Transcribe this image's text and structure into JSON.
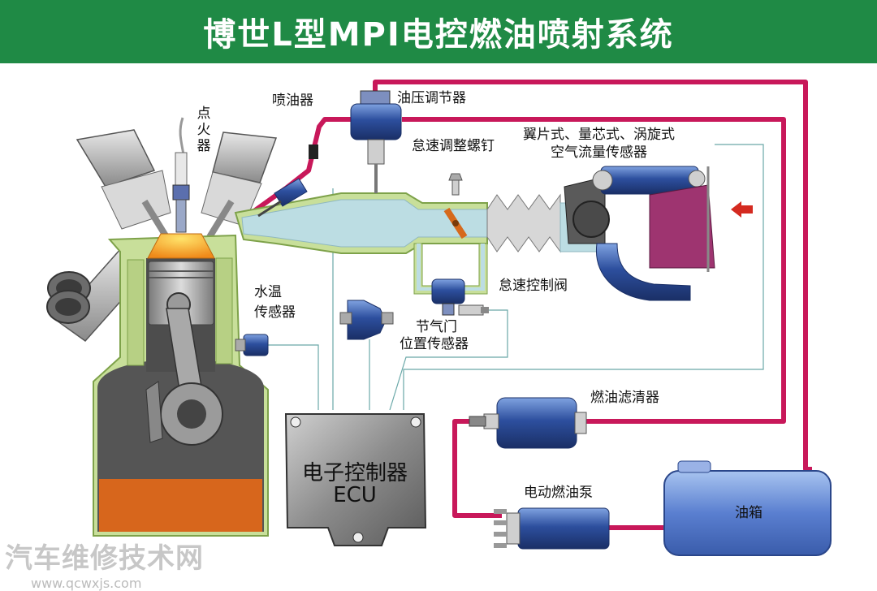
{
  "title": "博世L型MPI电控燃油喷射系统",
  "labels": {
    "spark_plug": "点火器",
    "injector": "喷油器",
    "pressure_regulator": "油压调节器",
    "idle_screw": "怠速调整螺钉",
    "airflow_line1": "翼片式、量芯式、涡旋式",
    "airflow_line2": "空气流量传感器",
    "idle_valve": "怠速控制阀",
    "water_temp_line1": "水温",
    "water_temp_line2": "传感器",
    "throttle_line1": "节气门",
    "throttle_line2": "位置传感器",
    "ecu_line1": "电子控制器",
    "ecu_line2": "ECU",
    "fuel_filter": "燃油滤清器",
    "fuel_pump": "电动燃油泵",
    "fuel_tank": "油箱"
  },
  "watermark": {
    "cn": "汽车维修技术网",
    "url": "www.qcwxjs.com"
  },
  "colors": {
    "title_bg": "#1f8a45",
    "fuel_line": "#c8185a",
    "engine_block": "#c8df9a",
    "intake": "#bcdde3",
    "component_blue": "#2d4f9e",
    "airflow_body": "#9e3470",
    "oil": "#d7661c",
    "ecu_body": "#4a4a4a"
  }
}
